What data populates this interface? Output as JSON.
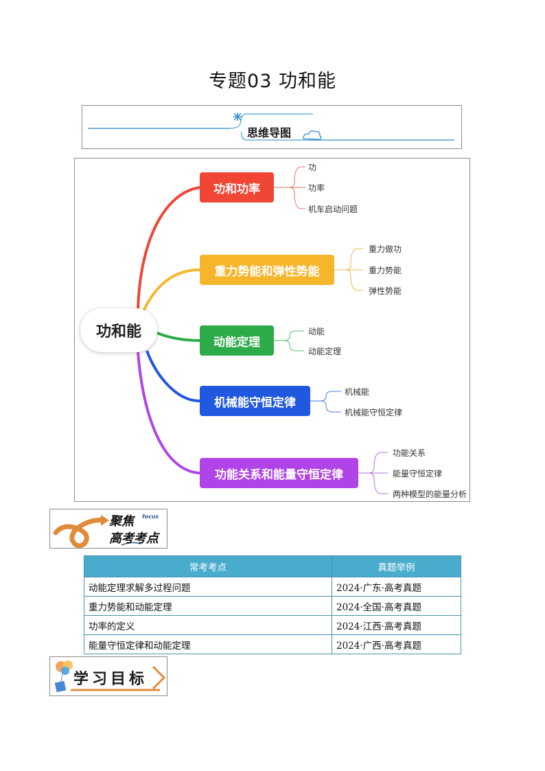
{
  "doc": {
    "title": "专题03  功和能"
  },
  "mindmap_header": {
    "label": "思维导图"
  },
  "mindmap": {
    "root": "功和能",
    "branches": [
      {
        "label": "功和功率",
        "color": "#f04635",
        "leaves": [
          "功",
          "功率",
          "机车启动问题"
        ]
      },
      {
        "label": "重力势能和弹性势能",
        "color": "#f7b52b",
        "leaves": [
          "重力做功",
          "重力势能",
          "弹性势能"
        ]
      },
      {
        "label": "动能定理",
        "color": "#2daa4a",
        "leaves": [
          "动能",
          "动能定理"
        ]
      },
      {
        "label": "机械能守恒定律",
        "color": "#2158e0",
        "leaves": [
          "机械能",
          "机械能守恒定律"
        ]
      },
      {
        "label": "功能关系和能量守恒定律",
        "color": "#b044e8",
        "leaves": [
          "功能关系",
          "能量守恒定律",
          "两种模型的能量分析"
        ]
      }
    ]
  },
  "focus_badge": {
    "line1": "聚焦",
    "line2": "高考考点",
    "sub": "focus"
  },
  "exam_table": {
    "headers": [
      "常考考点",
      "真题举例"
    ],
    "rows": [
      [
        "动能定理求解多过程问题",
        "2024·广东·高考真题"
      ],
      [
        "重力势能和动能定理",
        "2024·全国·高考真题"
      ],
      [
        "功率的定义",
        "2024·江西·高考真题"
      ],
      [
        "能量守恒定律和动能定理",
        "2024·广西·高考真题"
      ]
    ]
  },
  "goal_badge": {
    "label": "学习目标"
  }
}
